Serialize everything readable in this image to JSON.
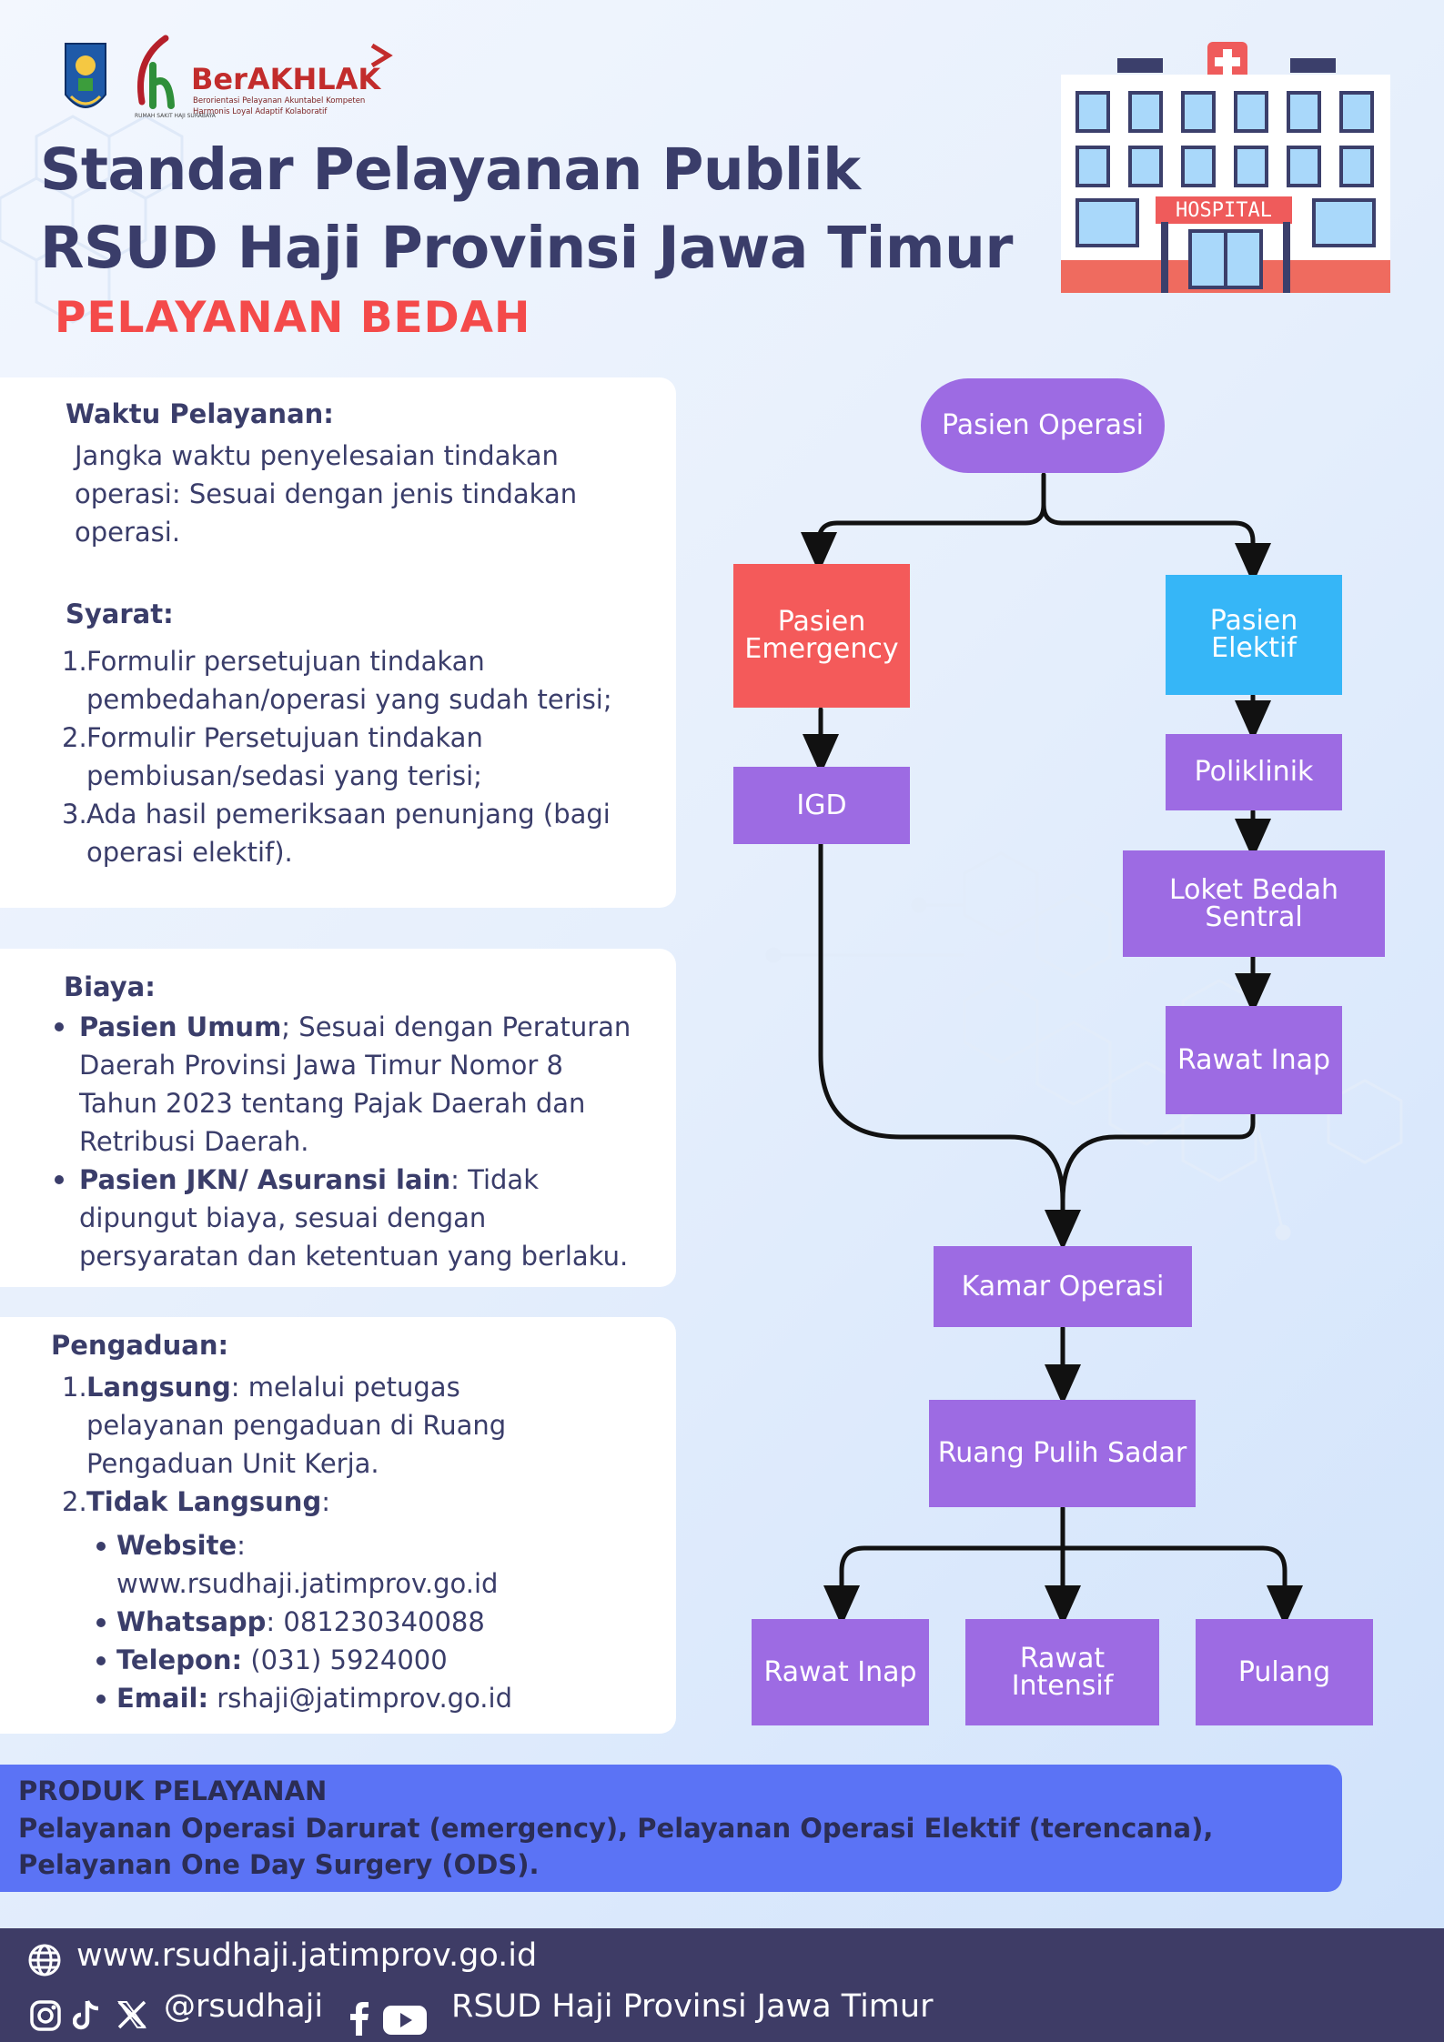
{
  "header": {
    "brand_name": "BerAKHLAK",
    "brand_tagline_1": "Berorientasi Pelayanan Akuntabel Kompeten",
    "brand_tagline_2": "Harmonis Loyal Adaptif Kolaboratif",
    "logo_caption": "RUMAH SAKIT HAJI SURABAYA",
    "title_line1": "Standar Pelayanan Publik",
    "title_line2": "RSUD Haji Provinsi Jawa Timur",
    "subtitle": "PELAYANAN BEDAH",
    "hospital_sign": "HOSPITAL"
  },
  "waktu": {
    "title": "Waktu Pelayanan:",
    "lines": [
      "Jangka waktu penyelesaian tindakan",
      "operasi: Sesuai dengan jenis tindakan",
      "operasi."
    ]
  },
  "syarat": {
    "title": "Syarat:",
    "items": [
      {
        "num": "1.",
        "lines": [
          "Formulir persetujuan tindakan",
          "pembedahan/operasi yang sudah terisi;"
        ]
      },
      {
        "num": "2.",
        "lines": [
          "Formulir Persetujuan tindakan",
          "pembiusan/sedasi yang terisi;"
        ]
      },
      {
        "num": "3.",
        "lines": [
          "Ada hasil pemeriksaan penunjang (bagi",
          "operasi elektif)."
        ]
      }
    ]
  },
  "biaya": {
    "title": "Biaya:",
    "umum_label": "Pasien Umum",
    "umum_text": "; Sesuai dengan Peraturan",
    "umum_lines": [
      "Daerah Provinsi Jawa Timur Nomor 8",
      "Tahun 2023 tentang Pajak Daerah dan",
      "Retribusi Daerah."
    ],
    "jkn_label": "Pasien JKN/ Asuransi lain",
    "jkn_text": ": Tidak",
    "jkn_lines": [
      "dipungut biaya, sesuai dengan",
      "persyaratan dan ketentuan yang berlaku."
    ]
  },
  "pengaduan": {
    "title": "Pengaduan:",
    "langsung_num": "1.",
    "langsung_label": "Langsung",
    "langsung_text": ": melalui petugas",
    "langsung_lines": [
      "pelayanan pengaduan di Ruang",
      "Pengaduan Unit Kerja."
    ],
    "tidak_num": "2.",
    "tidak_label": "Tidak Langsung",
    "tidak_text": ":",
    "website_label": "Website",
    "website_sep": ":",
    "website_value": "www.rsudhaji.jatimprov.go.id",
    "wa_label": "Whatsapp",
    "wa_value": ": 081230340088",
    "tel_label": "Telepon:",
    "tel_value": " (031) 5924000",
    "email_label": "Email:",
    "email_value": " rshaji@jatimprov.go.id"
  },
  "flow": {
    "start": "Pasien Operasi",
    "emergency": "Pasien\nEmergency",
    "elektif": "Pasien\nElektif",
    "igd": "IGD",
    "poliklinik": "Poliklinik",
    "loket": "Loket Bedah\nSentral",
    "rawat_inap_1": "Rawat Inap",
    "kamar": "Kamar Operasi",
    "pulih": "Ruang Pulih Sadar",
    "rawat_inap_2": "Rawat Inap",
    "intensif": "Rawat\nIntensif",
    "pulang": "Pulang"
  },
  "produk": {
    "title": "PRODUK PELAYANAN",
    "line1": "Pelayanan Operasi Darurat (emergency), Pelayanan Operasi Elektif (terencana),",
    "line2": "Pelayanan One Day Surgery (ODS)."
  },
  "footer": {
    "website": "www.rsudhaji.jatimprov.go.id",
    "handle": "@rsudhaji",
    "page_name": "RSUD Haji Provinsi Jawa Timur"
  },
  "colors": {
    "title": "#3a3d6a",
    "subtitle": "#f44a4a",
    "flow_box": "#9d6be3",
    "emergency": "#f45a5a",
    "elektif": "#36b6f7",
    "product_bg": "#5b73f5",
    "footer_bg": "#3e3c66"
  }
}
